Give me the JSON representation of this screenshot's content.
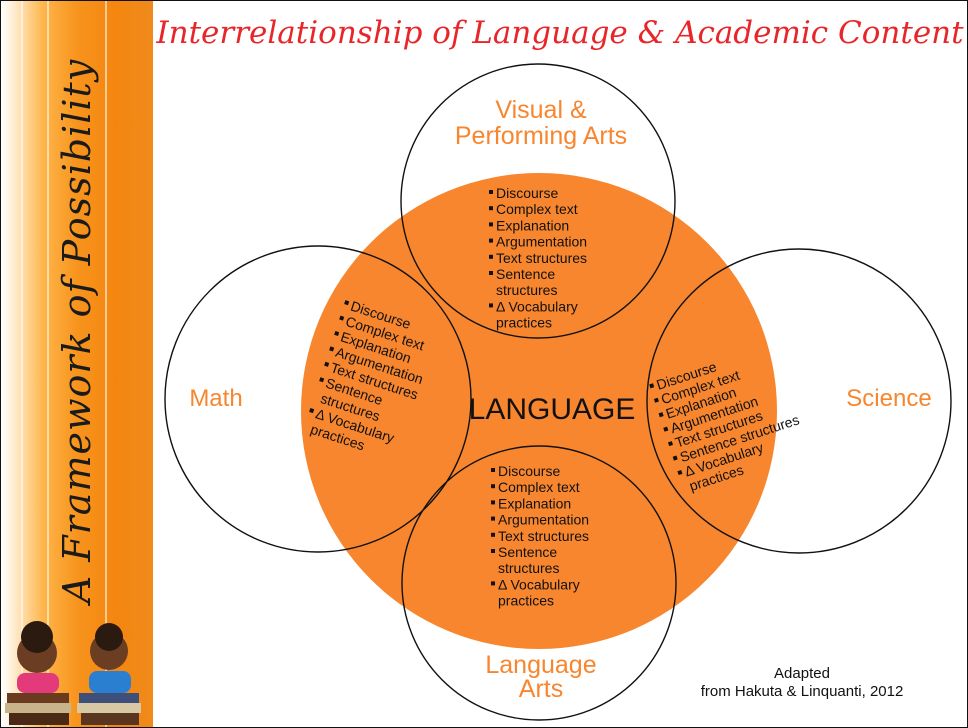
{
  "side_title": "A Framework of Possibility",
  "title": "Interrelationship of Language & Academic Content",
  "center_label": "LANGUAGE",
  "domains": {
    "top": [
      "Visual &",
      "Performing Arts"
    ],
    "left": "Math",
    "right": "Science",
    "bottom": [
      "Language",
      "Arts"
    ]
  },
  "bullets": {
    "top": [
      "Discourse",
      "Complex text",
      "Explanation",
      "Argumentation",
      "Text structures",
      "Sentence",
      "structures",
      "Δ Vocabulary",
      "practices"
    ],
    "left": [
      "Discourse",
      "Complex text",
      "Explanation",
      "Argumentation",
      "Text structures",
      "Sentence",
      "structures",
      "Δ Vocabulary",
      "practices"
    ],
    "right": [
      "Discourse",
      "Complex text",
      "Explanation",
      "Argumentation",
      "Text structures",
      "Sentence structures",
      "Δ Vocabulary",
      "practices"
    ],
    "bottom": [
      "Discourse",
      "Complex text",
      "Explanation",
      "Argumentation",
      "Text structures",
      "Sentence",
      "structures",
      "Δ Vocabulary",
      "practices"
    ]
  },
  "credit": [
    "Adapted",
    "from Hakuta & Linquanti, 2012"
  ],
  "colors": {
    "accent": "#f7862e",
    "title": "#e8262a",
    "circle_fill": "#f7862e"
  }
}
